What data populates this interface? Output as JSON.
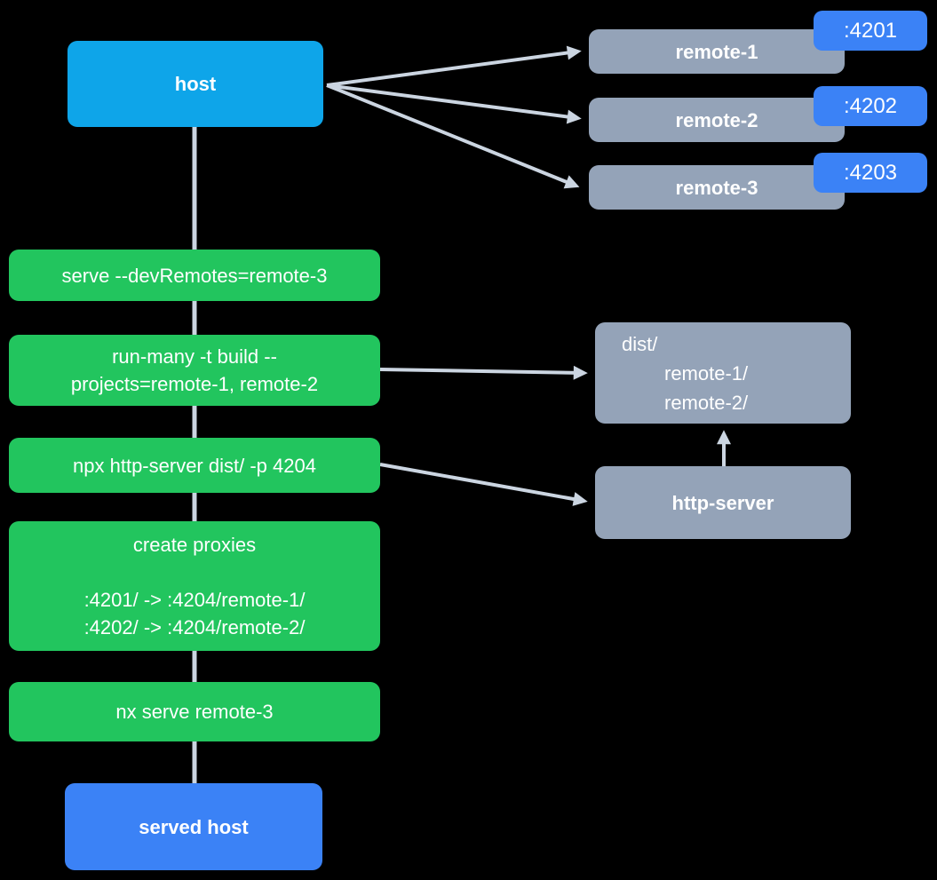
{
  "colors": {
    "background": "#000000",
    "host": "#0ea5e9",
    "remote": "#94a3b8",
    "port_badge": "#3b82f6",
    "command": "#22c55e",
    "served_host": "#3b82f6",
    "connector": "#cbd5e1",
    "text": "#ffffff"
  },
  "nodes": {
    "host": {
      "label": "host"
    },
    "remotes": [
      {
        "label": "remote-1",
        "port": ":4201"
      },
      {
        "label": "remote-2",
        "port": ":4202"
      },
      {
        "label": "remote-3",
        "port": ":4203"
      }
    ],
    "commands": [
      {
        "lines": [
          "serve --devRemotes=remote-3"
        ]
      },
      {
        "lines": [
          "run-many -t build --",
          "projects=remote-1, remote-2"
        ]
      },
      {
        "lines": [
          "npx http-server dist/ -p 4204"
        ]
      },
      {
        "lines": [
          "create proxies",
          "",
          ":4201/ -> :4204/remote-1/",
          ":4202/ -> :4204/remote-2/"
        ]
      },
      {
        "lines": [
          "nx serve remote-3"
        ]
      }
    ],
    "dist": {
      "lines": [
        "dist/",
        "remote-1/",
        "remote-2/"
      ]
    },
    "http_server": {
      "label": "http-server"
    },
    "served_host": {
      "label": "served host"
    }
  }
}
